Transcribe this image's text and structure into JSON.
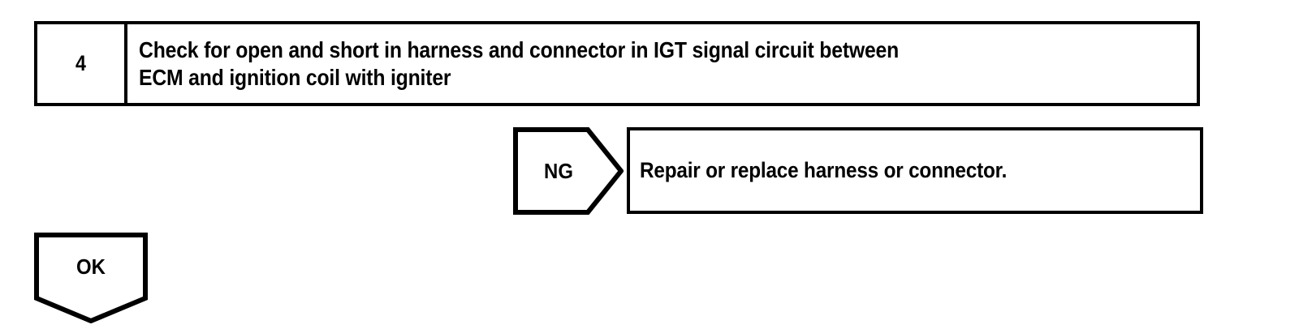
{
  "page": {
    "background_color": "#ffffff",
    "ink_color": "#000000",
    "type": "diagnostic-troubleshooting-flowchart"
  },
  "step": {
    "number": "4",
    "instruction": "Check for open and short in harness and connector in IGT signal circuit between\nECM and ignition coil with igniter"
  },
  "branches": {
    "ng": {
      "label": "NG",
      "shape": "right-pointing-arrow",
      "result_text": "Repair or replace harness or connector."
    },
    "ok": {
      "label": "OK",
      "shape": "down-pointing-arrow"
    }
  }
}
